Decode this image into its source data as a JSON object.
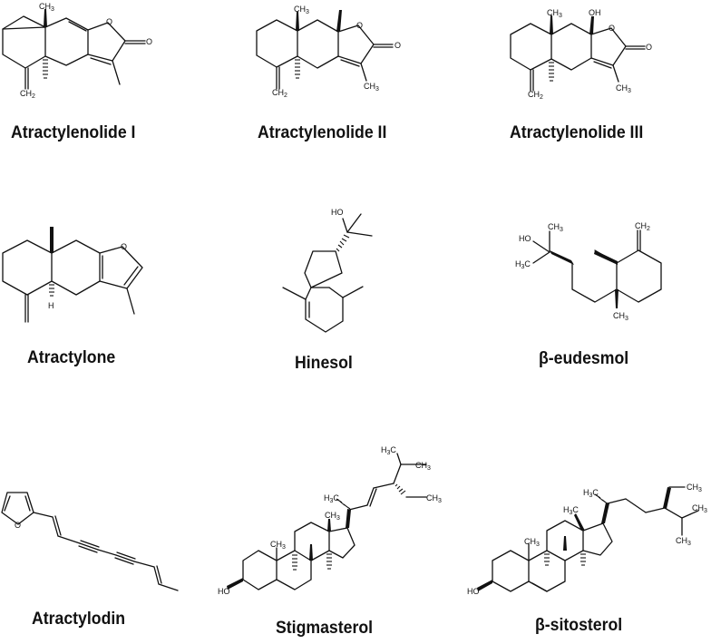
{
  "figure": {
    "type": "chemical-structures-grid",
    "rows": 3,
    "columns": 3,
    "compounds": [
      {
        "name": "Atractylenolide I",
        "atom_labels": [
          "CH3",
          "O",
          "O",
          "CH2"
        ]
      },
      {
        "name": "Atractylenolide II",
        "atom_labels": [
          "CH3",
          "O",
          "O",
          "CH3",
          "CH2"
        ]
      },
      {
        "name": "Atractylenolide III",
        "atom_labels": [
          "CH3",
          "OH",
          "O",
          "O",
          "CH3",
          "CH2"
        ]
      },
      {
        "name": "Atractylone",
        "atom_labels": [
          "O",
          "H"
        ]
      },
      {
        "name": "Hinesol",
        "atom_labels": [
          "HO"
        ]
      },
      {
        "name": "β-eudesmol",
        "atom_labels": [
          "CH3",
          "HO",
          "H3C",
          "CH2",
          "CH3"
        ]
      },
      {
        "name": "Atractylodin",
        "atom_labels": [
          "O"
        ]
      },
      {
        "name": "Stigmasterol",
        "atom_labels": [
          "H3C",
          "CH3",
          "H3C",
          "CH3",
          "CH3",
          "CH3",
          "HO"
        ]
      },
      {
        "name": "β-sitosterol",
        "atom_labels": [
          "H3C",
          "CH3",
          "H3C",
          "CH3",
          "CH3",
          "CH3",
          "HO"
        ]
      }
    ]
  },
  "labels": {
    "c1": "Atractylenolide I",
    "c2": "Atractylenolide II",
    "c3": "Atractylenolide III",
    "c4": "Atractylone",
    "c5": "Hinesol",
    "c6": "β-eudesmol",
    "c7": "Atractylodin",
    "c8": "Stigmasterol",
    "c9": "β-sitosterol"
  },
  "atoms": {
    "ch3": "CH",
    "ch2": "CH",
    "h3c": "H",
    "o": "O",
    "oh": "OH",
    "ho": "HO",
    "h": "H",
    "sub3": "3",
    "sub2": "2",
    "c": "C"
  }
}
